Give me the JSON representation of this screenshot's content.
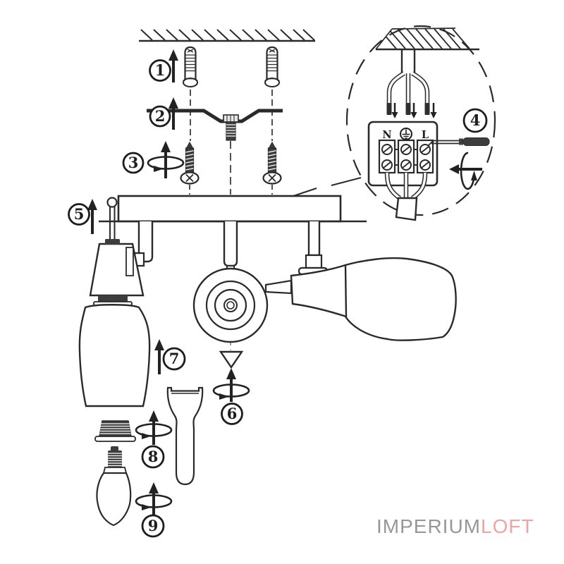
{
  "canvas": {
    "background": "#ffffff",
    "line_color": "#2a2a2a"
  },
  "steps": [
    {
      "label": "1"
    },
    {
      "label": "2"
    },
    {
      "label": "3"
    },
    {
      "label": "4"
    },
    {
      "label": "5"
    },
    {
      "label": "6"
    },
    {
      "label": "7"
    },
    {
      "label": "8"
    },
    {
      "label": "9"
    }
  ],
  "wiring_detail": {
    "terminal_left_label": "N",
    "terminal_right_label": "L",
    "earth_icon": "earth-ground-icon"
  },
  "watermark": {
    "text_primary": "IMPERIUM",
    "text_accent": "LOFT",
    "primary_color": "#97979b",
    "accent_color": "#f2a2a2"
  }
}
